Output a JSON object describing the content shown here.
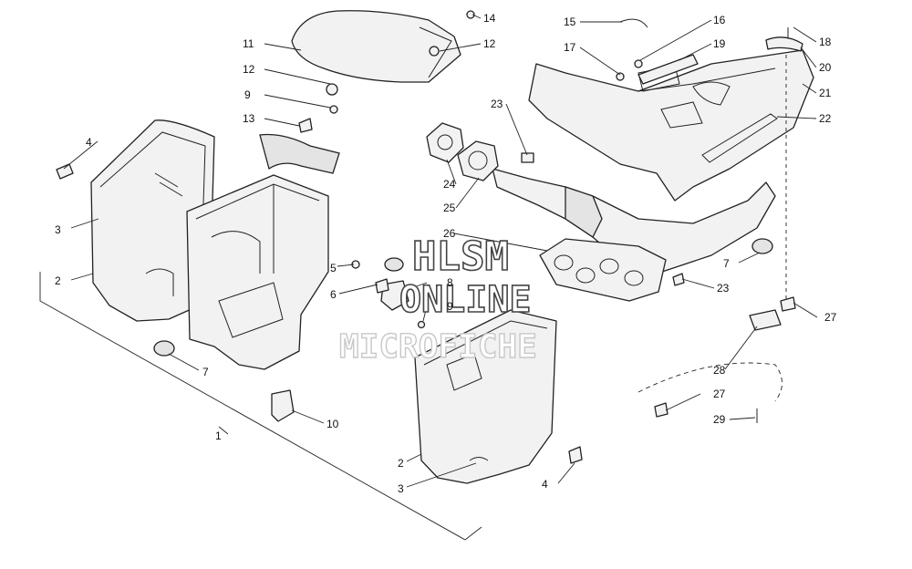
{
  "watermark": {
    "line1": "HLSM",
    "line2": "ONLINE",
    "line3": "MICROFICHE"
  },
  "callouts": [
    {
      "id": "c1",
      "text": "1"
    },
    {
      "id": "c2a",
      "text": "2"
    },
    {
      "id": "c2b",
      "text": "2"
    },
    {
      "id": "c3a",
      "text": "3"
    },
    {
      "id": "c3b",
      "text": "3"
    },
    {
      "id": "c4a",
      "text": "4"
    },
    {
      "id": "c4b",
      "text": "4"
    },
    {
      "id": "c5",
      "text": "5"
    },
    {
      "id": "c6",
      "text": "6"
    },
    {
      "id": "c7a",
      "text": "7"
    },
    {
      "id": "c7b",
      "text": "7"
    },
    {
      "id": "c8",
      "text": "8"
    },
    {
      "id": "c9a",
      "text": "9"
    },
    {
      "id": "c9b",
      "text": "9"
    },
    {
      "id": "c10",
      "text": "10"
    },
    {
      "id": "c11",
      "text": "11"
    },
    {
      "id": "c12a",
      "text": "12"
    },
    {
      "id": "c12b",
      "text": "12"
    },
    {
      "id": "c13",
      "text": "13"
    },
    {
      "id": "c14",
      "text": "14"
    },
    {
      "id": "c15",
      "text": "15"
    },
    {
      "id": "c16",
      "text": "16"
    },
    {
      "id": "c17",
      "text": "17"
    },
    {
      "id": "c18",
      "text": "18"
    },
    {
      "id": "c19",
      "text": "19"
    },
    {
      "id": "c20",
      "text": "20"
    },
    {
      "id": "c21",
      "text": "21"
    },
    {
      "id": "c22",
      "text": "22"
    },
    {
      "id": "c23a",
      "text": "23"
    },
    {
      "id": "c23b",
      "text": "23"
    },
    {
      "id": "c24",
      "text": "24"
    },
    {
      "id": "c25",
      "text": "25"
    },
    {
      "id": "c26",
      "text": "26"
    },
    {
      "id": "c27a",
      "text": "27"
    },
    {
      "id": "c27b",
      "text": "27"
    },
    {
      "id": "c28",
      "text": "28"
    },
    {
      "id": "c29",
      "text": "29"
    }
  ]
}
